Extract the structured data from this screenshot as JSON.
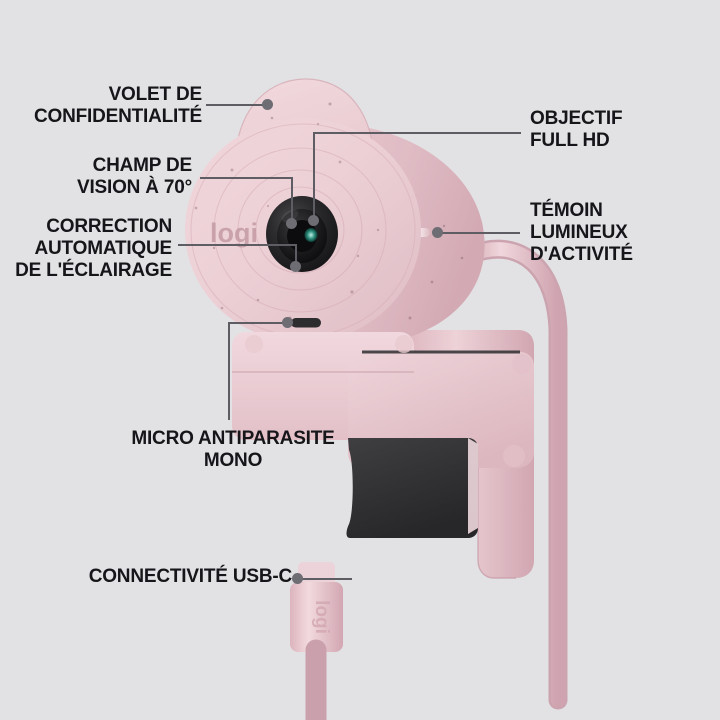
{
  "image": {
    "subject": "Logitech Brio 300 webcam, rose colour, annotated feature diagram",
    "background_color": "#e2e2e4",
    "product_color": "#e8c8ce",
    "accent_dark": "#2f2f33",
    "label_color": "#16161a",
    "leader_color": "#5d5d63",
    "brand_text": "logi"
  },
  "callouts": [
    {
      "id": "privacy-shutter",
      "text": "VOLET DE\nCONFIDENTIALITÉ",
      "align": "right",
      "target": "privacy shutter at top of webcam"
    },
    {
      "id": "field-of-view",
      "text": "CHAMP DE\nVISION À 70°",
      "align": "right",
      "target": "camera lens"
    },
    {
      "id": "auto-light-correction",
      "text": "CORRECTION\nAUTOMATIQUE\nDE L'ÉCLAIRAGE",
      "align": "right",
      "target": "camera lens"
    },
    {
      "id": "full-hd-lens",
      "text": "OBJECTIF\nFULL HD",
      "align": "left",
      "target": "camera lens"
    },
    {
      "id": "activity-led",
      "text": "TÉMOIN\nLUMINEUX\nD'ACTIVITÉ",
      "align": "left",
      "target": "activity indicator light"
    },
    {
      "id": "noise-reducing-mic",
      "text": "MICRO ANTIPARASITE\nMONO",
      "align": "center",
      "target": "microphone slot"
    },
    {
      "id": "usb-c-connectivity",
      "text": "CONNECTIVITÉ USB-C",
      "align": "right",
      "target": "USB-C connector"
    }
  ]
}
